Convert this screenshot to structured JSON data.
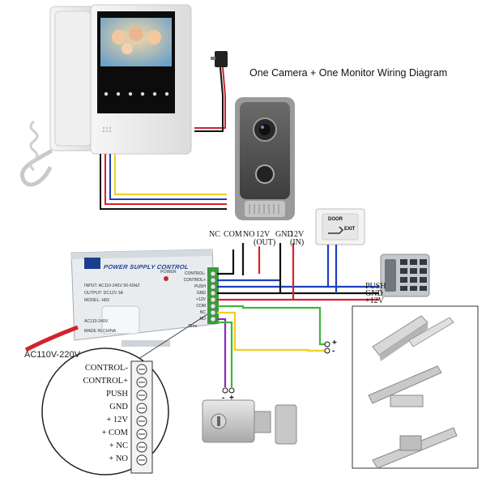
{
  "title": "One Camera + One Monitor Wiring Diagram",
  "lock_terminals": {
    "nc": "NC",
    "com": "COM",
    "no": "NO",
    "v12_out": "12V",
    "out": "(OUT)",
    "gnd": "GND",
    "v12_in": "12V",
    "in": "(IN)"
  },
  "keypad_terminals": {
    "push": "PUSH",
    "gnd": "GND",
    "v12": "+12V"
  },
  "ac_label": "AC110V-220V",
  "exit_button": {
    "line1": "DOOR",
    "line2": "EXIT"
  },
  "psu": {
    "title": "POWER SUPPLY CONTROL",
    "power": "POWER",
    "input": "INPUT: AC110-240V  50-60HZ",
    "output": "OUTPUT: DC12V  3A",
    "model": "MODEL: H83",
    "side_label": "AC110-240V",
    "made": "MADE IN CHINA",
    "time": "Time",
    "terminals": [
      "CONTROL-",
      "CONTROL+",
      "PUSH",
      "GND",
      "+12V",
      "COM",
      "NC",
      "NO"
    ]
  },
  "zoom_terminals": [
    "CONTROL-",
    "CONTROL+",
    "PUSH",
    "GND",
    "+ 12V",
    "+ COM",
    "+ NC",
    "+ NO"
  ],
  "polarity": {
    "plus": "+",
    "minus": "-"
  },
  "colors": {
    "red": "#d3232a",
    "black": "#111111",
    "blue": "#1f3fbf",
    "yellow": "#f0d020",
    "green": "#3fb63c",
    "purple": "#8a2bb8",
    "psu_body": "#e9ecef",
    "monitor_screen": "#0c0c0c"
  },
  "icons": [
    "intercom-monitor-icon",
    "door-camera-icon",
    "power-adapter-icon",
    "exit-button-icon",
    "keypad-icon",
    "electric-lock-icon",
    "magnetic-lock-icon",
    "electric-strike-icon"
  ]
}
